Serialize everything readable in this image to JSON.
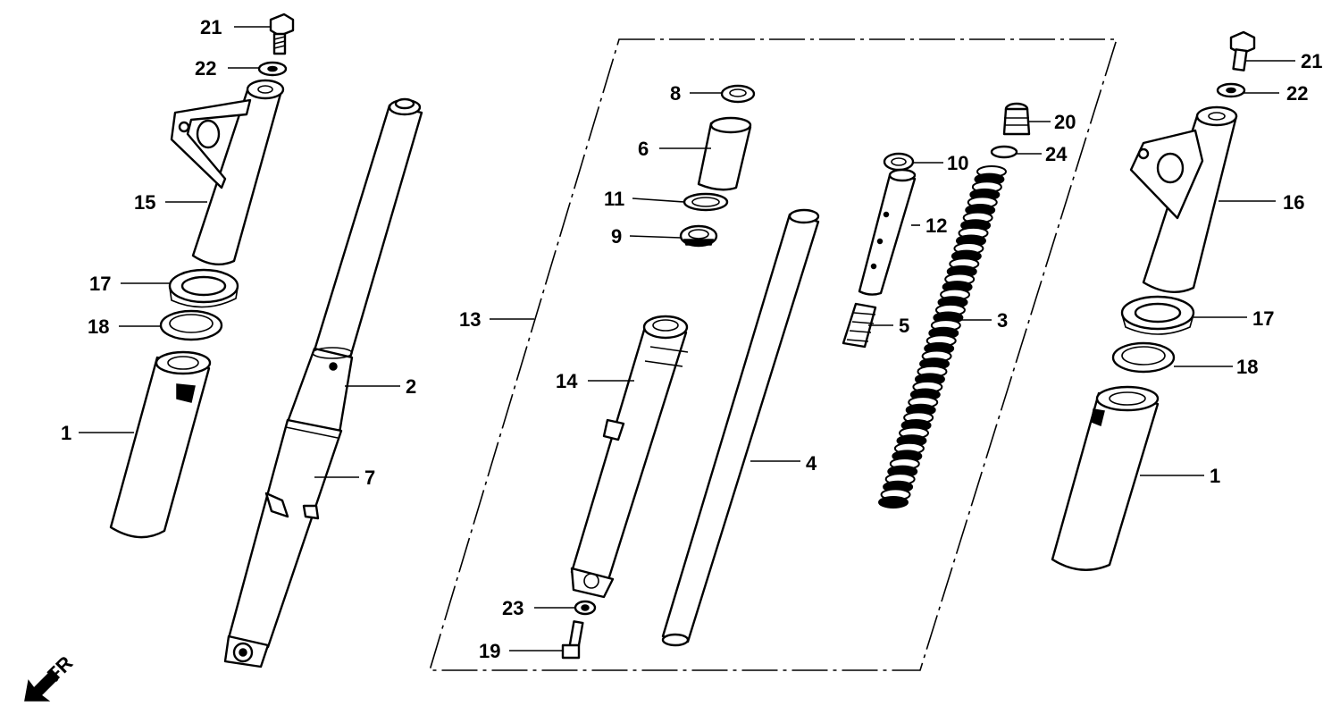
{
  "callouts": [
    {
      "id": "c21a",
      "text": "21"
    },
    {
      "id": "c22a",
      "text": "22"
    },
    {
      "id": "c15",
      "text": "15"
    },
    {
      "id": "c17a",
      "text": "17"
    },
    {
      "id": "c18a",
      "text": "18"
    },
    {
      "id": "c1a",
      "text": "1"
    },
    {
      "id": "c2",
      "text": "2"
    },
    {
      "id": "c7",
      "text": "7"
    },
    {
      "id": "c13",
      "text": "13"
    },
    {
      "id": "c8",
      "text": "8"
    },
    {
      "id": "c6",
      "text": "6"
    },
    {
      "id": "c11",
      "text": "11"
    },
    {
      "id": "c9",
      "text": "9"
    },
    {
      "id": "c14",
      "text": "14"
    },
    {
      "id": "c4",
      "text": "4"
    },
    {
      "id": "c23",
      "text": "23"
    },
    {
      "id": "c19",
      "text": "19"
    },
    {
      "id": "c20",
      "text": "20"
    },
    {
      "id": "c24",
      "text": "24"
    },
    {
      "id": "c10",
      "text": "10"
    },
    {
      "id": "c12",
      "text": "12"
    },
    {
      "id": "c5",
      "text": "5"
    },
    {
      "id": "c3",
      "text": "3"
    },
    {
      "id": "c21b",
      "text": "21"
    },
    {
      "id": "c22b",
      "text": "22"
    },
    {
      "id": "c16",
      "text": "16"
    },
    {
      "id": "c17b",
      "text": "17"
    },
    {
      "id": "c18b",
      "text": "18"
    },
    {
      "id": "c1b",
      "text": "1"
    }
  ],
  "direction": {
    "text": "FR"
  }
}
